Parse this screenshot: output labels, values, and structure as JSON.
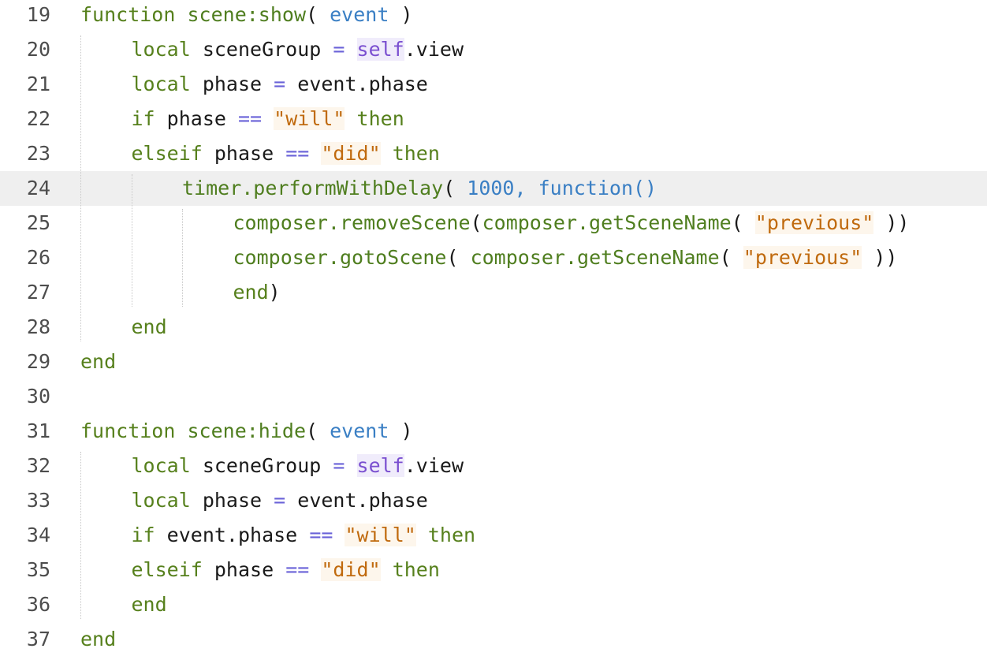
{
  "editor": {
    "language": "lua",
    "current_line": 24,
    "colors": {
      "keyword": "#56801c",
      "function": "#4f7e1f",
      "string": "#c06a0e",
      "number": "#3a7fc4",
      "self": "#7a4fd0",
      "operator": "#6a62d8",
      "current_line_bg": "#efefef"
    },
    "lines": [
      {
        "number": "19",
        "indent": 0,
        "tokens": [
          {
            "t": "kw",
            "v": "function"
          },
          {
            "t": "ws",
            "v": " "
          },
          {
            "t": "fn",
            "v": "scene:show"
          },
          {
            "t": "pun",
            "v": "("
          },
          {
            "t": "ws",
            "v": " "
          },
          {
            "t": "param",
            "v": "event"
          },
          {
            "t": "ws",
            "v": " "
          },
          {
            "t": "pun",
            "v": ")"
          }
        ]
      },
      {
        "number": "20",
        "indent": 1,
        "tokens": [
          {
            "t": "kw",
            "v": "local"
          },
          {
            "t": "ws",
            "v": " "
          },
          {
            "t": "var",
            "v": "sceneGroup"
          },
          {
            "t": "ws",
            "v": " "
          },
          {
            "t": "op",
            "v": "="
          },
          {
            "t": "ws",
            "v": " "
          },
          {
            "t": "self",
            "v": "self"
          },
          {
            "t": "var",
            "v": ".view"
          }
        ]
      },
      {
        "number": "21",
        "indent": 1,
        "tokens": [
          {
            "t": "kw",
            "v": "local"
          },
          {
            "t": "ws",
            "v": " "
          },
          {
            "t": "var",
            "v": "phase"
          },
          {
            "t": "ws",
            "v": " "
          },
          {
            "t": "op",
            "v": "="
          },
          {
            "t": "ws",
            "v": " "
          },
          {
            "t": "var",
            "v": "event.phase"
          }
        ]
      },
      {
        "number": "22",
        "indent": 1,
        "tokens": [
          {
            "t": "kw",
            "v": "if"
          },
          {
            "t": "ws",
            "v": " "
          },
          {
            "t": "var",
            "v": "phase"
          },
          {
            "t": "ws",
            "v": " "
          },
          {
            "t": "op",
            "v": "=="
          },
          {
            "t": "ws",
            "v": " "
          },
          {
            "t": "str",
            "v": "\"will\""
          },
          {
            "t": "ws",
            "v": " "
          },
          {
            "t": "kw",
            "v": "then"
          }
        ]
      },
      {
        "number": "23",
        "indent": 1,
        "tokens": [
          {
            "t": "kw",
            "v": "elseif"
          },
          {
            "t": "ws",
            "v": " "
          },
          {
            "t": "var",
            "v": "phase"
          },
          {
            "t": "ws",
            "v": " "
          },
          {
            "t": "op",
            "v": "=="
          },
          {
            "t": "ws",
            "v": " "
          },
          {
            "t": "str",
            "v": "\"did\""
          },
          {
            "t": "ws",
            "v": " "
          },
          {
            "t": "kw",
            "v": "then"
          }
        ]
      },
      {
        "number": "24",
        "indent": 2,
        "tokens": [
          {
            "t": "fn",
            "v": "timer.performWithDelay"
          },
          {
            "t": "pun",
            "v": "("
          },
          {
            "t": "ws",
            "v": " "
          },
          {
            "t": "num",
            "v": "1000,"
          },
          {
            "t": "ws",
            "v": " "
          },
          {
            "t": "num",
            "v": "function()"
          }
        ]
      },
      {
        "number": "25",
        "indent": 3,
        "tokens": [
          {
            "t": "fn",
            "v": "composer.removeScene"
          },
          {
            "t": "pun",
            "v": "("
          },
          {
            "t": "fn",
            "v": "composer.getSceneName"
          },
          {
            "t": "pun",
            "v": "("
          },
          {
            "t": "ws",
            "v": " "
          },
          {
            "t": "str",
            "v": "\"previous\""
          },
          {
            "t": "ws",
            "v": " "
          },
          {
            "t": "pun",
            "v": "))"
          }
        ]
      },
      {
        "number": "26",
        "indent": 3,
        "tokens": [
          {
            "t": "fn",
            "v": "composer.gotoScene"
          },
          {
            "t": "pun",
            "v": "("
          },
          {
            "t": "ws",
            "v": " "
          },
          {
            "t": "fn",
            "v": "composer.getSceneName"
          },
          {
            "t": "pun",
            "v": "("
          },
          {
            "t": "ws",
            "v": " "
          },
          {
            "t": "str",
            "v": "\"previous\""
          },
          {
            "t": "ws",
            "v": " "
          },
          {
            "t": "pun",
            "v": "))"
          }
        ]
      },
      {
        "number": "27",
        "indent": 3,
        "tokens": [
          {
            "t": "kw",
            "v": "end"
          },
          {
            "t": "pun",
            "v": ")"
          }
        ]
      },
      {
        "number": "28",
        "indent": 1,
        "tokens": [
          {
            "t": "kw",
            "v": "end"
          }
        ]
      },
      {
        "number": "29",
        "indent": 0,
        "tokens": [
          {
            "t": "kw",
            "v": "end"
          }
        ]
      },
      {
        "number": "30",
        "indent": 0,
        "tokens": []
      },
      {
        "number": "31",
        "indent": 0,
        "tokens": [
          {
            "t": "kw",
            "v": "function"
          },
          {
            "t": "ws",
            "v": " "
          },
          {
            "t": "fn",
            "v": "scene:hide"
          },
          {
            "t": "pun",
            "v": "("
          },
          {
            "t": "ws",
            "v": " "
          },
          {
            "t": "param",
            "v": "event"
          },
          {
            "t": "ws",
            "v": " "
          },
          {
            "t": "pun",
            "v": ")"
          }
        ]
      },
      {
        "number": "32",
        "indent": 1,
        "tokens": [
          {
            "t": "kw",
            "v": "local"
          },
          {
            "t": "ws",
            "v": " "
          },
          {
            "t": "var",
            "v": "sceneGroup"
          },
          {
            "t": "ws",
            "v": " "
          },
          {
            "t": "op",
            "v": "="
          },
          {
            "t": "ws",
            "v": " "
          },
          {
            "t": "self",
            "v": "self"
          },
          {
            "t": "var",
            "v": ".view"
          }
        ]
      },
      {
        "number": "33",
        "indent": 1,
        "tokens": [
          {
            "t": "kw",
            "v": "local"
          },
          {
            "t": "ws",
            "v": " "
          },
          {
            "t": "var",
            "v": "phase"
          },
          {
            "t": "ws",
            "v": " "
          },
          {
            "t": "op",
            "v": "="
          },
          {
            "t": "ws",
            "v": " "
          },
          {
            "t": "var",
            "v": "event.phase"
          }
        ]
      },
      {
        "number": "34",
        "indent": 1,
        "tokens": [
          {
            "t": "kw",
            "v": "if"
          },
          {
            "t": "ws",
            "v": " "
          },
          {
            "t": "var",
            "v": "event.phase"
          },
          {
            "t": "ws",
            "v": " "
          },
          {
            "t": "op",
            "v": "=="
          },
          {
            "t": "ws",
            "v": " "
          },
          {
            "t": "str",
            "v": "\"will\""
          },
          {
            "t": "ws",
            "v": " "
          },
          {
            "t": "kw",
            "v": "then"
          }
        ]
      },
      {
        "number": "35",
        "indent": 1,
        "tokens": [
          {
            "t": "kw",
            "v": "elseif"
          },
          {
            "t": "ws",
            "v": " "
          },
          {
            "t": "var",
            "v": "phase"
          },
          {
            "t": "ws",
            "v": " "
          },
          {
            "t": "op",
            "v": "=="
          },
          {
            "t": "ws",
            "v": " "
          },
          {
            "t": "str",
            "v": "\"did\""
          },
          {
            "t": "ws",
            "v": " "
          },
          {
            "t": "kw",
            "v": "then"
          }
        ]
      },
      {
        "number": "36",
        "indent": 1,
        "tokens": [
          {
            "t": "kw",
            "v": "end"
          }
        ]
      },
      {
        "number": "37",
        "indent": 0,
        "tokens": [
          {
            "t": "kw",
            "v": "end"
          }
        ]
      }
    ]
  }
}
